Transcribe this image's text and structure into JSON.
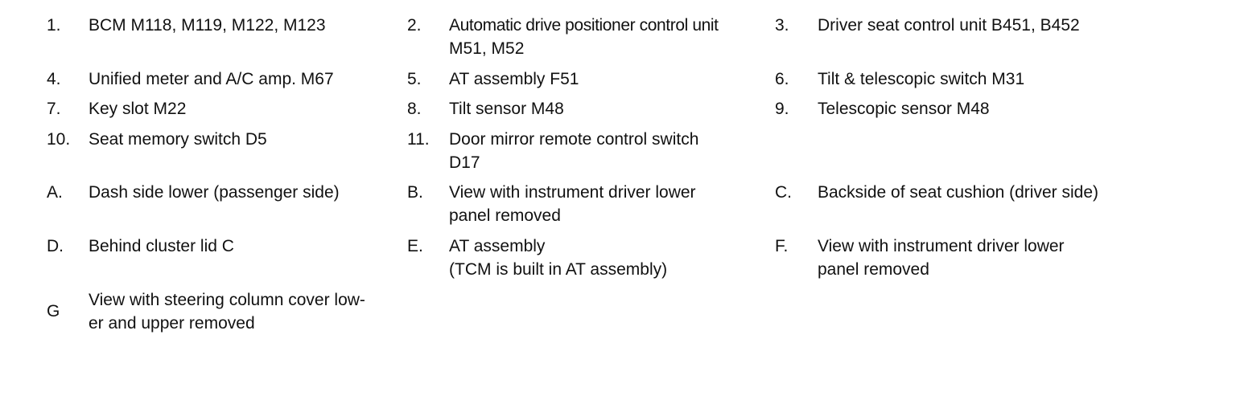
{
  "legend": {
    "items": [
      {
        "num": "1.",
        "text": [
          "BCM M118, M119, M122, M123"
        ]
      },
      {
        "num": "2.",
        "text": [
          "Automatic drive positioner control unit",
          "M51, M52"
        ]
      },
      {
        "num": "3.",
        "text": [
          "Driver seat control unit B451, B452"
        ]
      },
      {
        "num": "4.",
        "text": [
          "Unified meter and A/C amp. M67"
        ]
      },
      {
        "num": "5.",
        "text": [
          "AT assembly F51"
        ]
      },
      {
        "num": "6.",
        "text": [
          "Tilt & telescopic switch M31"
        ]
      },
      {
        "num": "7.",
        "text": [
          "Key slot M22"
        ]
      },
      {
        "num": "8.",
        "text": [
          "Tilt sensor M48"
        ]
      },
      {
        "num": "9.",
        "text": [
          "Telescopic sensor M48"
        ]
      },
      {
        "num": "10.",
        "text": [
          "Seat memory switch D5"
        ]
      },
      {
        "num": "11.",
        "text": [
          "Door mirror remote control switch",
          "D17"
        ]
      },
      {
        "num": "A.",
        "text": [
          "Dash side lower (passenger side)"
        ]
      },
      {
        "num": "B.",
        "text": [
          "View with instrument driver lower",
          "panel removed"
        ]
      },
      {
        "num": "C.",
        "text": [
          "Backside of seat cushion (driver side)"
        ]
      },
      {
        "num": "D.",
        "text": [
          "Behind cluster lid C"
        ]
      },
      {
        "num": "E.",
        "text": [
          "AT assembly",
          "(TCM is built in AT assembly)"
        ]
      },
      {
        "num": "F.",
        "text": [
          "View with instrument driver lower",
          "panel removed"
        ]
      },
      {
        "num": "G",
        "text": [
          "View with steering column cover low-",
          "er and upper removed"
        ]
      }
    ]
  }
}
